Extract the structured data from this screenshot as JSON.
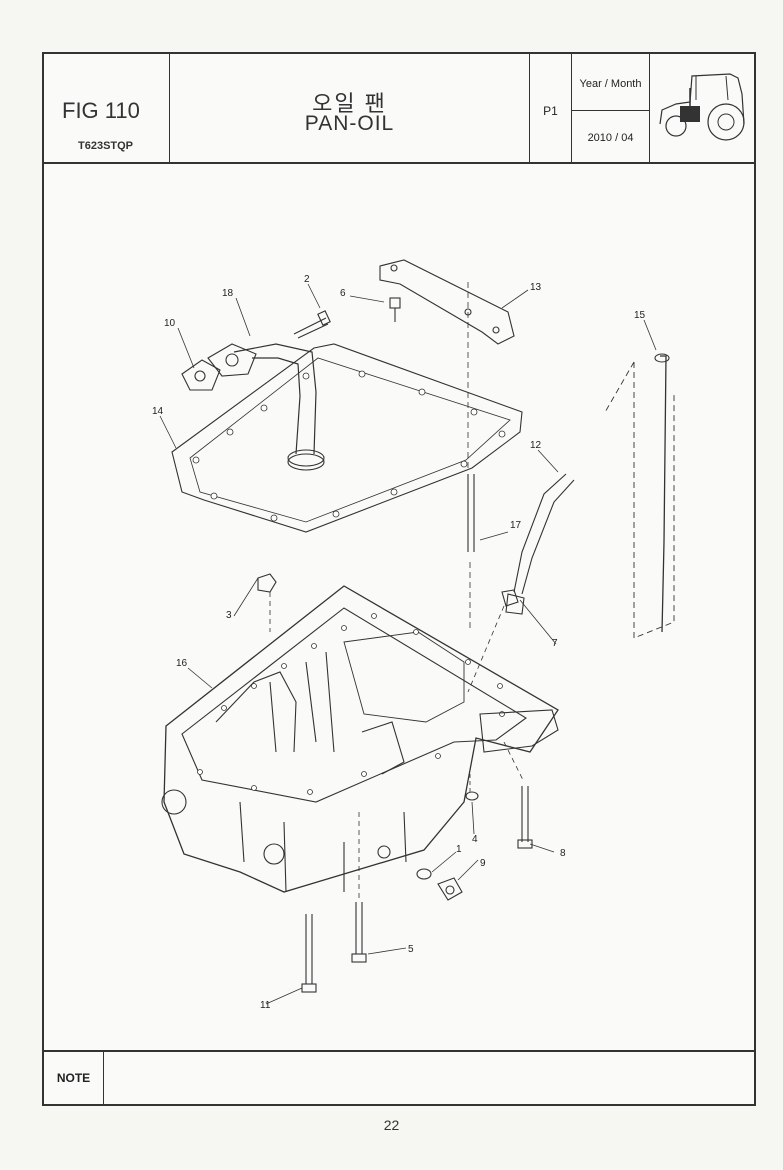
{
  "header": {
    "fig_number": "FIG 110",
    "model": "T623STQP",
    "title_korean": "오일 팬",
    "title_english": "PAN-OIL",
    "page_code": "P1",
    "date_label": "Year / Month",
    "date_value": "2010 / 04"
  },
  "diagram": {
    "icon": "tractor-icon",
    "callouts": [
      "2",
      "6",
      "13",
      "15",
      "18",
      "10",
      "14",
      "12",
      "17",
      "3",
      "7",
      "16",
      "4",
      "8",
      "1",
      "9",
      "5",
      "11"
    ]
  },
  "note": {
    "label": "NOTE",
    "text": ""
  },
  "page_number": "22"
}
